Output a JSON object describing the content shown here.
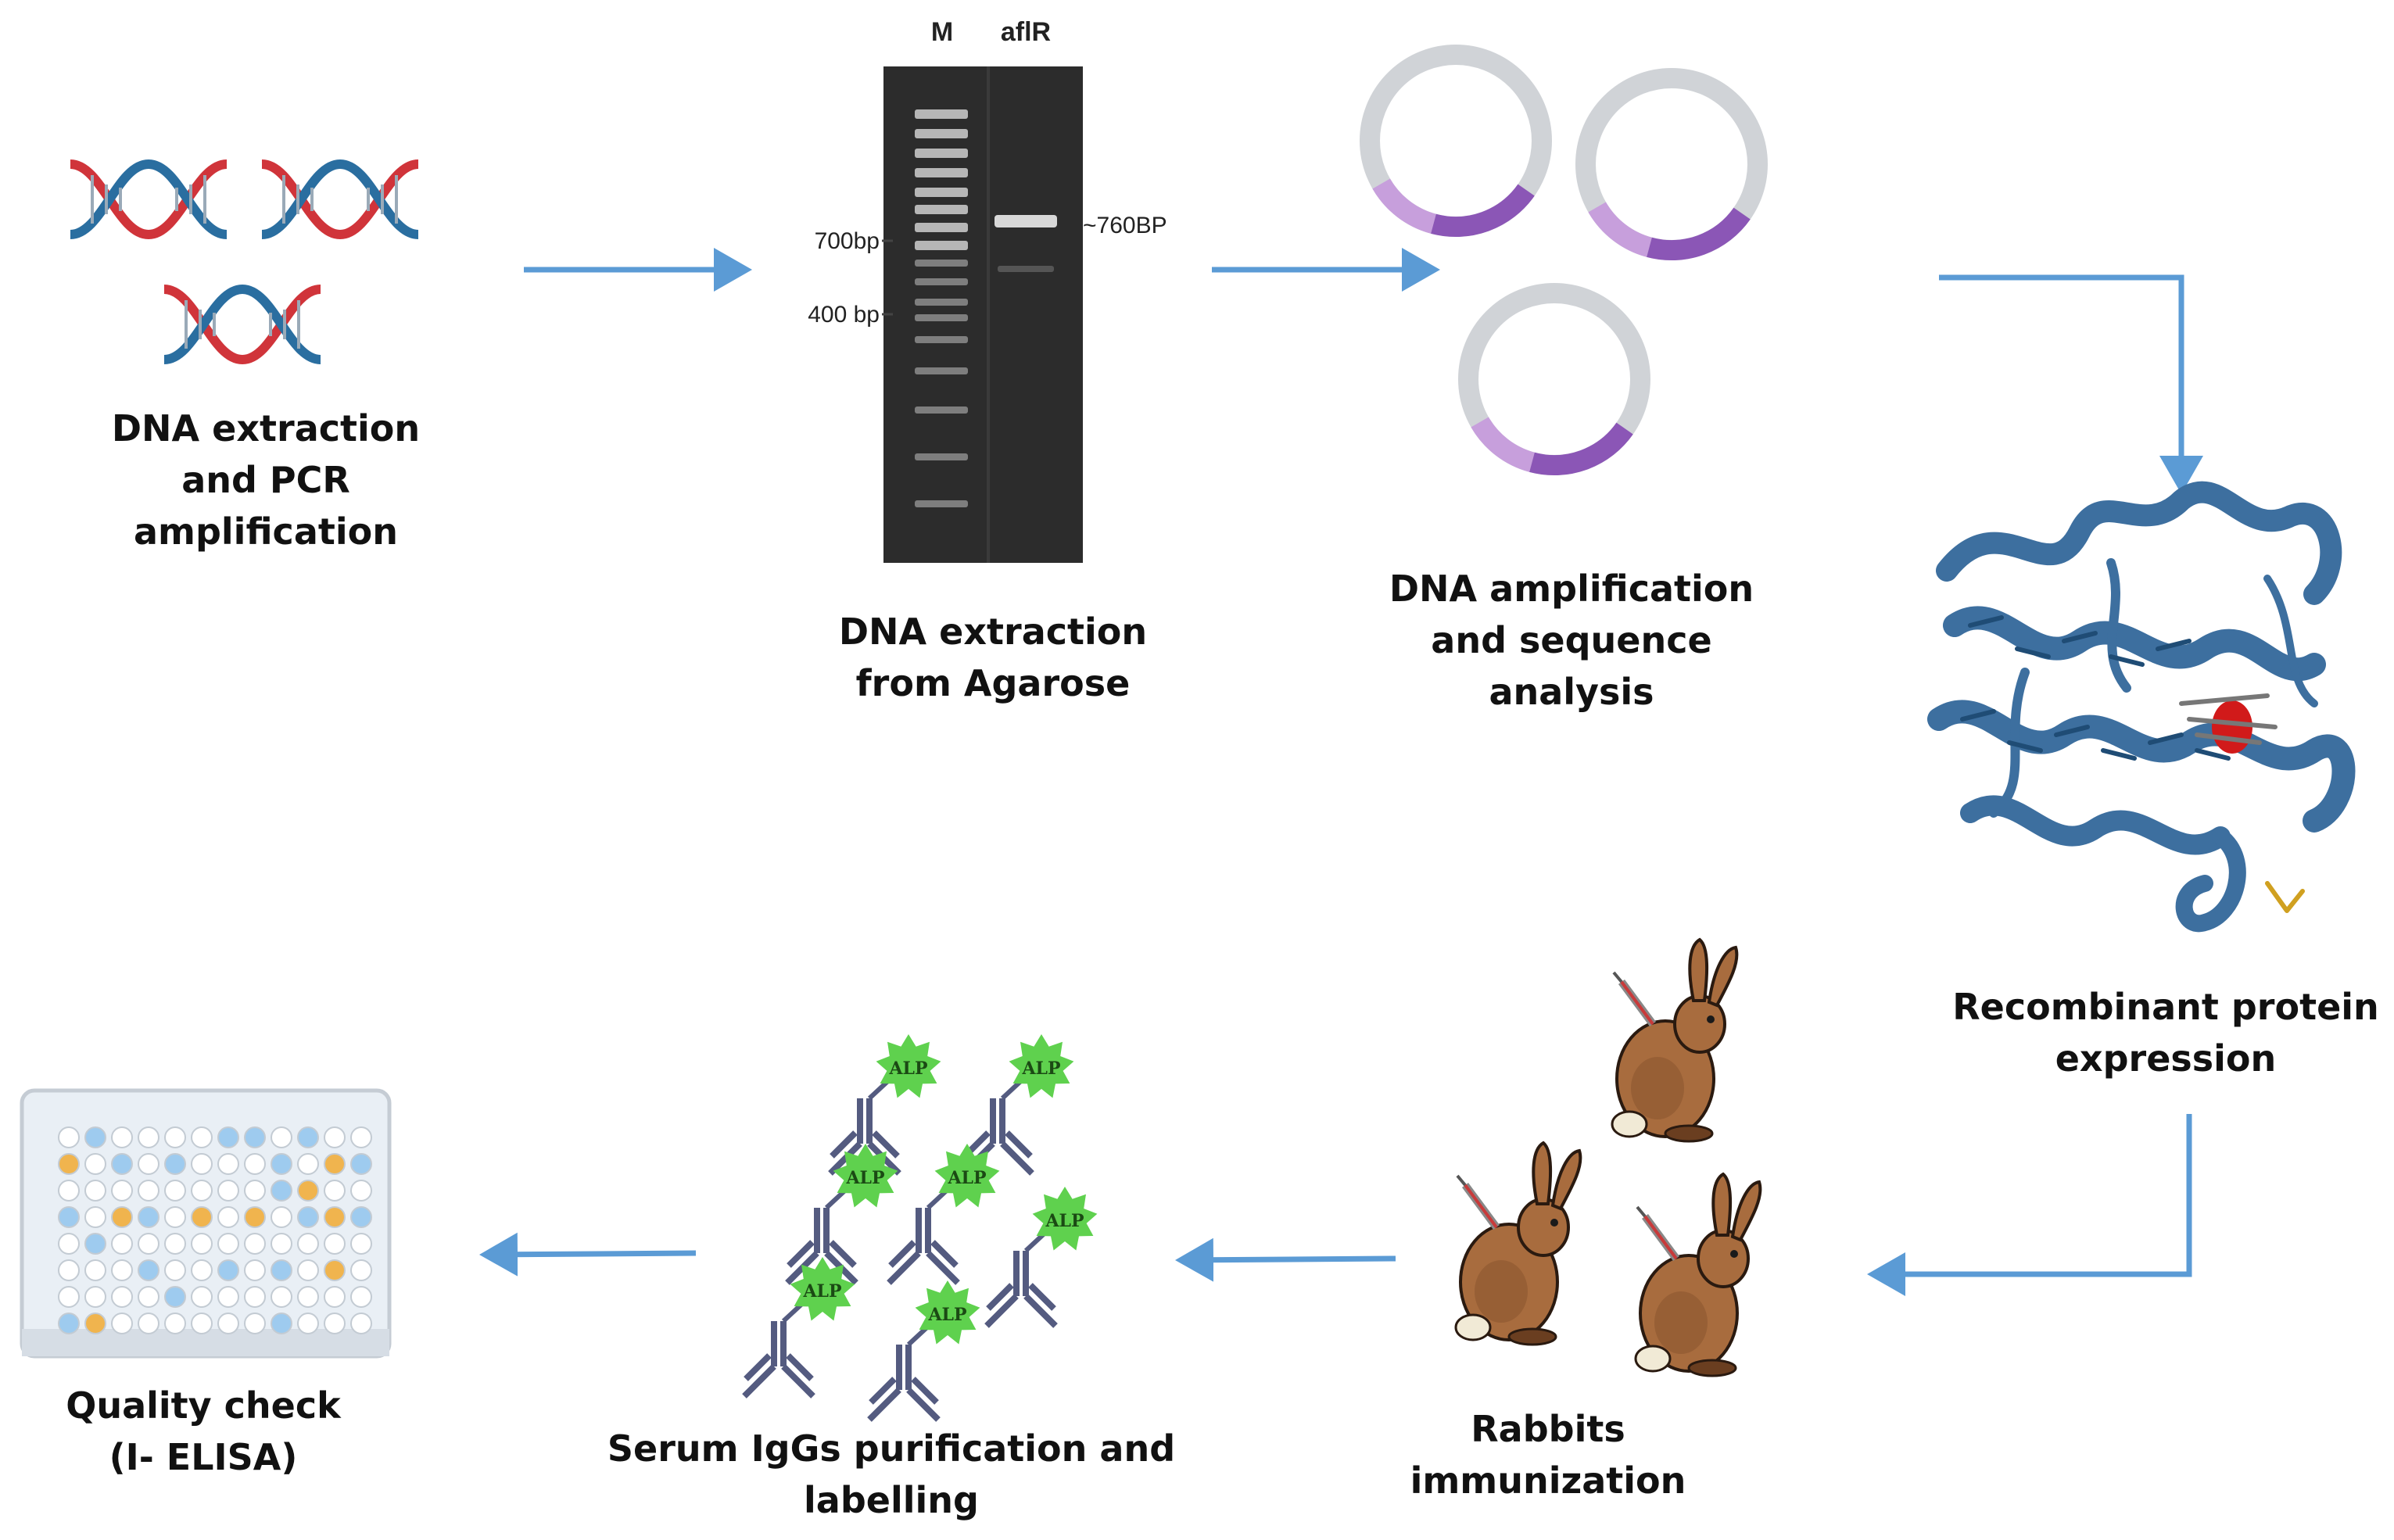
{
  "colors": {
    "arrow": "#5b9bd5",
    "dna_red": "#d0343a",
    "dna_blue": "#2a6ea0",
    "gel_bg": "#2c2c2c",
    "plasmid_ring": "#d0d3d7",
    "plasmid_light": "#c79fdc",
    "plasmid_dark": "#8b56b6",
    "protein": "#3d6f9f",
    "alp_star": "#5fd14e",
    "antibody": "#545b80",
    "well_blue": "#9ecbef",
    "well_orange": "#f0b44e"
  },
  "steps": [
    {
      "id": "dna",
      "lines": [
        "DNA extraction",
        "and PCR",
        "amplification"
      ],
      "icon": "dna-helix-icon"
    },
    {
      "id": "agarose",
      "lines": [
        "DNA extraction",
        "from Agarose"
      ],
      "icon": "agarose-gel-icon"
    },
    {
      "id": "sequence",
      "lines": [
        "DNA amplification",
        "and sequence",
        "analysis"
      ],
      "icon": "plasmid-icon"
    },
    {
      "id": "protein",
      "lines": [
        "Recombinant protein",
        "expression"
      ],
      "icon": "protein-structure-icon"
    },
    {
      "id": "rabbits",
      "lines": [
        "Rabbits",
        "immunization"
      ],
      "icon": "rabbit-icon"
    },
    {
      "id": "igg",
      "lines": [
        "Serum IgGs purification and",
        "labelling"
      ],
      "icon": "antibody-icon"
    },
    {
      "id": "qc",
      "lines": [
        "Quality check",
        "(I- ELISA)"
      ],
      "icon": "elisa-plate-icon"
    }
  ],
  "gel": {
    "lane_labels": [
      "M",
      "aflR"
    ],
    "markers": [
      "700bp",
      "400 bp"
    ],
    "band_label": "~760BP"
  },
  "antibody": {
    "tag": "ALP"
  }
}
